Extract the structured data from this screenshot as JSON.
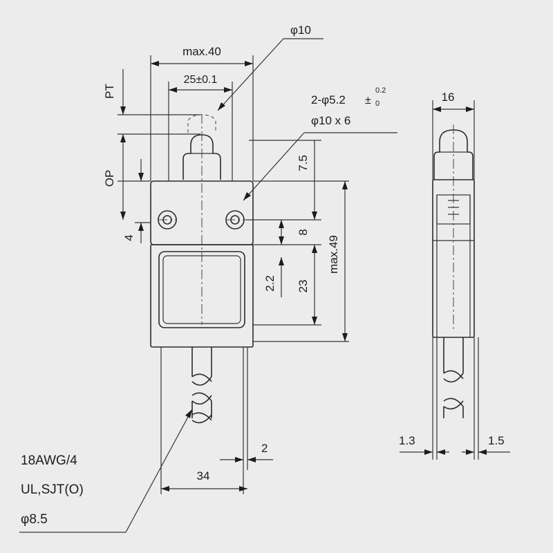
{
  "front_view": {
    "dim_width_max": "max.40",
    "dim_hole_pitch": "25±0.1",
    "dim_plunger_dia": "φ10",
    "dim_holes": "2-φ5.2",
    "dim_holes_tol_upper": "0.2",
    "dim_holes_tol_lower": "0",
    "dim_hole_csk": "φ10 x 6",
    "label_pt": "PT",
    "label_op": "OP",
    "dim_4": "4",
    "dim_7_5": "7.5",
    "dim_8": "8",
    "dim_2_2": "2.2",
    "dim_23": "23",
    "dim_height_max": "max.49",
    "dim_34": "34",
    "dim_2": "2"
  },
  "cable_note": {
    "line1": "18AWG/4",
    "line2": "UL,SJT(O)",
    "line3": "φ8.5"
  },
  "side_view": {
    "dim_16": "16",
    "dim_1_3": "1.3",
    "dim_1_5": "1.5"
  }
}
